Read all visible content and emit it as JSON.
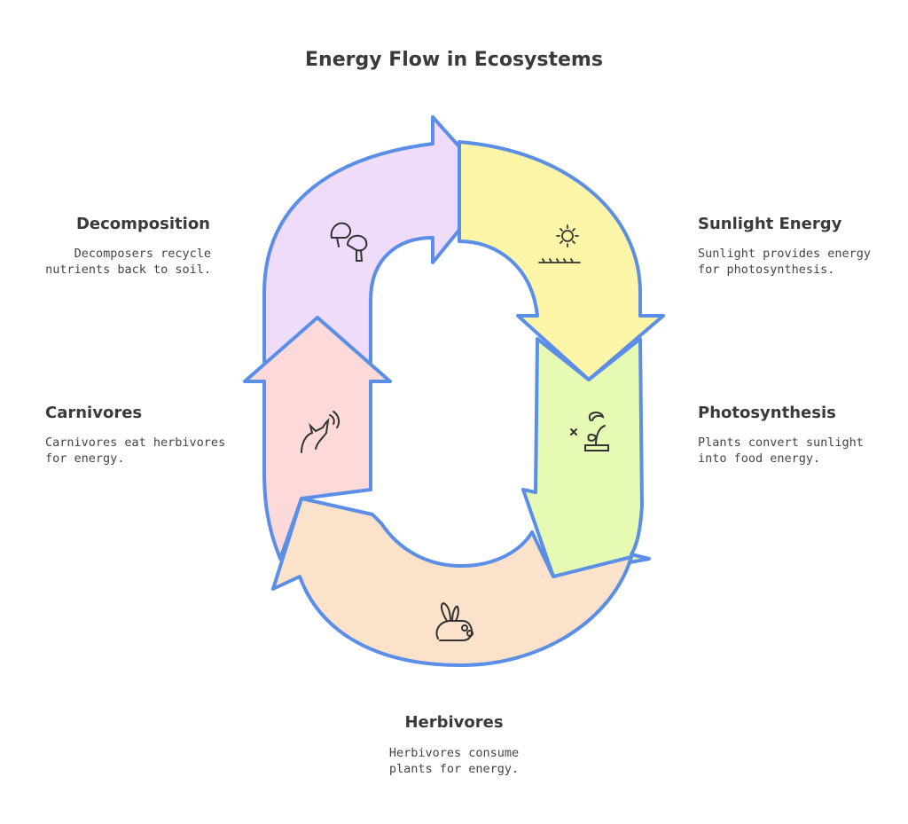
{
  "title": "Energy Flow in Ecosystems",
  "stages": [
    {
      "id": "sunlight",
      "label": "Sunlight Energy",
      "desc_lines": [
        "Sunlight provides energy",
        "for photosynthesis."
      ],
      "color": "#fdf6a8",
      "icon": "sun-icon"
    },
    {
      "id": "photosynthesis",
      "label": "Photosynthesis",
      "desc_lines": [
        "Plants convert sunlight",
        "into food energy."
      ],
      "color": "#e6fab4",
      "icon": "plant-icon"
    },
    {
      "id": "herbivores",
      "label": "Herbivores",
      "desc_lines": [
        "Herbivores consume",
        "plants for energy."
      ],
      "color": "#fde2cb",
      "icon": "rabbit-icon"
    },
    {
      "id": "carnivores",
      "label": "Carnivores",
      "desc_lines": [
        "Carnivores eat herbivores",
        "for energy."
      ],
      "color": "#fdd9d9",
      "icon": "wolf-icon"
    },
    {
      "id": "decomposition",
      "label": "Decomposition",
      "desc_lines": [
        "Decomposers recycle",
        "nutrients back to soil."
      ],
      "color": "#eedcfa",
      "icon": "mushroom-icon"
    }
  ],
  "stroke_color": "#5b8ee6"
}
